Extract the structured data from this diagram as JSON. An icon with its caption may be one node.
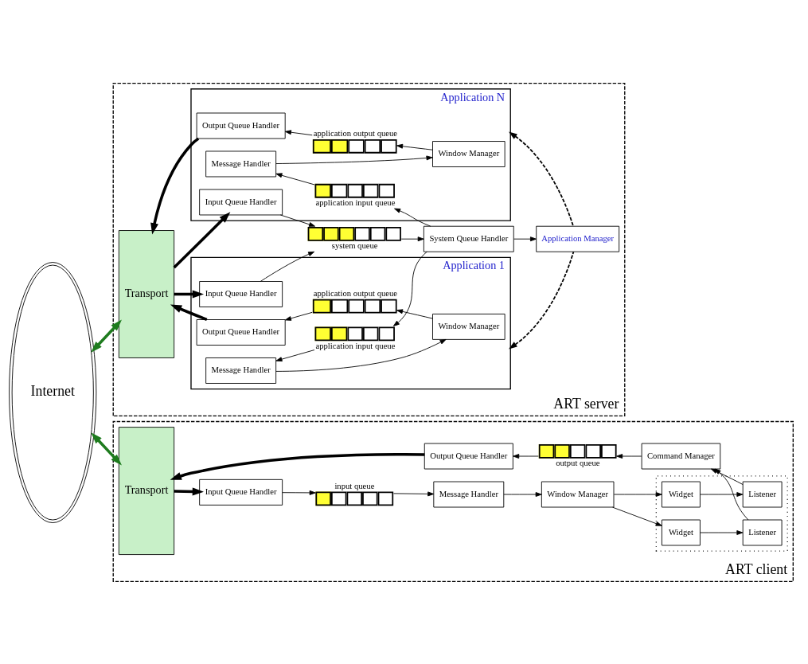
{
  "diagram": {
    "nodes": [
      {
        "text": [
          "Internet"
        ]
      },
      {
        "text": [
          "ART server"
        ]
      },
      {
        "text": [
          "Transport"
        ],
        "in": 1
      },
      {
        "text": [
          "Application 1"
        ],
        "in": 1
      },
      {
        "text": [
          "Input Queue Handler"
        ],
        "in": 3
      },
      {
        "text": [
          "Output Queue Handler"
        ],
        "in": 3
      },
      {
        "text": [
          "application output queue"
        ],
        "in": 3
      },
      {
        "text": [
          "Window Manager"
        ],
        "in": 3
      },
      {
        "text": [
          "Message Handler"
        ],
        "in": 3
      },
      {
        "text": [
          "application input queue"
        ],
        "in": 3
      },
      {
        "text": [
          "Application Manager"
        ],
        "in": 1
      },
      {
        "text": [
          "system queue"
        ],
        "in": 1
      },
      {
        "text": [
          "System Queue Handler"
        ],
        "in": 1
      },
      {
        "text": [
          "Application N"
        ],
        "in": 1
      },
      {
        "text": [
          "Input Queue Handler"
        ],
        "in": 13
      },
      {
        "text": [
          "Output Queue Handler"
        ],
        "in": 13
      },
      {
        "text": [
          "application output queue"
        ],
        "in": 13
      },
      {
        "text": [
          "Window Manager"
        ],
        "in": 13
      },
      {
        "text": [
          "Message Handler"
        ],
        "in": 13
      },
      {
        "text": [
          "application input queue"
        ],
        "in": 13
      },
      {
        "text": [
          "ART client"
        ]
      },
      {
        "text": [
          "Transport"
        ],
        "in": 20
      },
      {
        "text": [
          "Input Queue Handler"
        ],
        "in": 20
      },
      {
        "text": [
          "input queue"
        ],
        "in": 20
      },
      {
        "text": [
          "Message Handler"
        ],
        "in": 20
      },
      {
        "text": [
          "Window Manager"
        ],
        "in": 20
      },
      {
        "text": [
          "Output Queue Handler"
        ],
        "in": 20
      },
      {
        "text": [
          "output queue"
        ],
        "in": 20
      },
      {
        "text": [
          "Command Manager"
        ],
        "in": 20
      },
      {
        "text": [],
        "shape": "box",
        "in": 20
      },
      {
        "text": [
          "Widget"
        ],
        "in": 29
      },
      {
        "text": [
          "Widget"
        ],
        "in": 29
      },
      {
        "text": [
          "Listener"
        ],
        "in": 29
      },
      {
        "text": [
          "Listener"
        ],
        "in": 29
      }
    ],
    "edges": [
      {
        "from": 0,
        "to": 2,
        "arrow": "both",
        "style": "thick",
        "color": "#1e7b1e"
      },
      {
        "from": 0,
        "to": 21,
        "arrow": "both",
        "style": "thick",
        "color": "#1e7b1e"
      },
      {
        "from": 2,
        "to": 4,
        "arrow": "to",
        "style": "thick"
      },
      {
        "from": 5,
        "to": 2,
        "arrow": "to",
        "style": "thick"
      },
      {
        "from": 4,
        "to": 11,
        "arrow": "to"
      },
      {
        "from": 7,
        "to": 6,
        "arrow": "to"
      },
      {
        "from": 6,
        "to": 5,
        "arrow": "to"
      },
      {
        "from": 8,
        "to": 7,
        "arrow": "to"
      },
      {
        "from": 9,
        "to": 8,
        "arrow": "to"
      },
      {
        "from": 10,
        "to": 3,
        "arrow": "to",
        "style": "dashed"
      },
      {
        "from": 10,
        "to": 13,
        "arrow": "to",
        "style": "dashed"
      },
      {
        "from": 11,
        "to": 12,
        "arrow": "to"
      },
      {
        "from": 12,
        "to": 10,
        "arrow": "to"
      },
      {
        "from": 12,
        "to": 9,
        "arrow": "to"
      },
      {
        "from": 12,
        "to": 19,
        "arrow": "to"
      },
      {
        "from": 2,
        "to": 14,
        "arrow": "to",
        "style": "thick"
      },
      {
        "from": 15,
        "to": 2,
        "arrow": "to",
        "style": "thick"
      },
      {
        "from": 14,
        "to": 11,
        "arrow": "to"
      },
      {
        "from": 17,
        "to": 16,
        "arrow": "to"
      },
      {
        "from": 16,
        "to": 15,
        "arrow": "to"
      },
      {
        "from": 18,
        "to": 17,
        "arrow": "to"
      },
      {
        "from": 19,
        "to": 18,
        "arrow": "to"
      },
      {
        "from": 21,
        "to": 22,
        "arrow": "to",
        "style": "thick"
      },
      {
        "from": 26,
        "to": 21,
        "arrow": "to",
        "style": "thick"
      },
      {
        "from": 22,
        "to": 23,
        "arrow": "to"
      },
      {
        "from": 23,
        "to": 24,
        "arrow": "to"
      },
      {
        "from": 24,
        "to": 25,
        "arrow": "to"
      },
      {
        "from": 25,
        "to": 30,
        "arrow": "to"
      },
      {
        "from": 25,
        "to": 31,
        "arrow": "to"
      },
      {
        "from": 30,
        "to": 33,
        "arrow": "to"
      },
      {
        "from": 31,
        "to": 32,
        "arrow": "to"
      },
      {
        "from": 32,
        "to": 28,
        "arrow": "to"
      },
      {
        "from": 33,
        "to": 28,
        "arrow": "to"
      },
      {
        "from": 28,
        "to": 27,
        "arrow": "to"
      },
      {
        "from": 27,
        "to": 26,
        "arrow": "to"
      }
    ]
  }
}
